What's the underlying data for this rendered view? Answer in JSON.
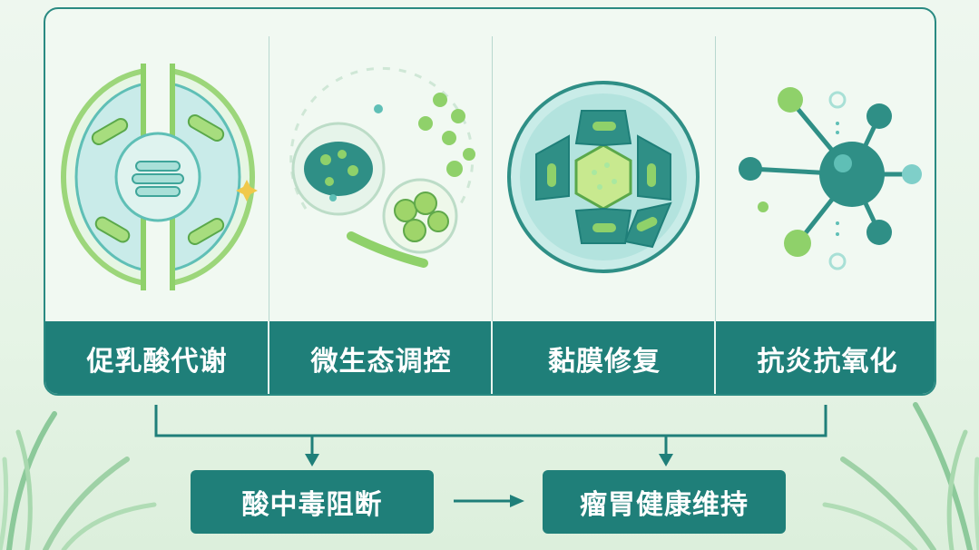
{
  "mechanisms": [
    {
      "label": "促乳酸代谢",
      "icon": "cell-metabolism-icon"
    },
    {
      "label": "微生态调控",
      "icon": "microbiota-icon"
    },
    {
      "label": "黏膜修复",
      "icon": "mucosa-cells-icon"
    },
    {
      "label": "抗炎抗氧化",
      "icon": "molecule-icon"
    }
  ],
  "outcomes": [
    {
      "label": "酸中毒阻断"
    },
    {
      "label": "瘤胃健康维持"
    }
  ],
  "colors": {
    "primary": "#1f7f79",
    "accent_green": "#8fd16a",
    "teal_light": "#7fcfc9"
  }
}
